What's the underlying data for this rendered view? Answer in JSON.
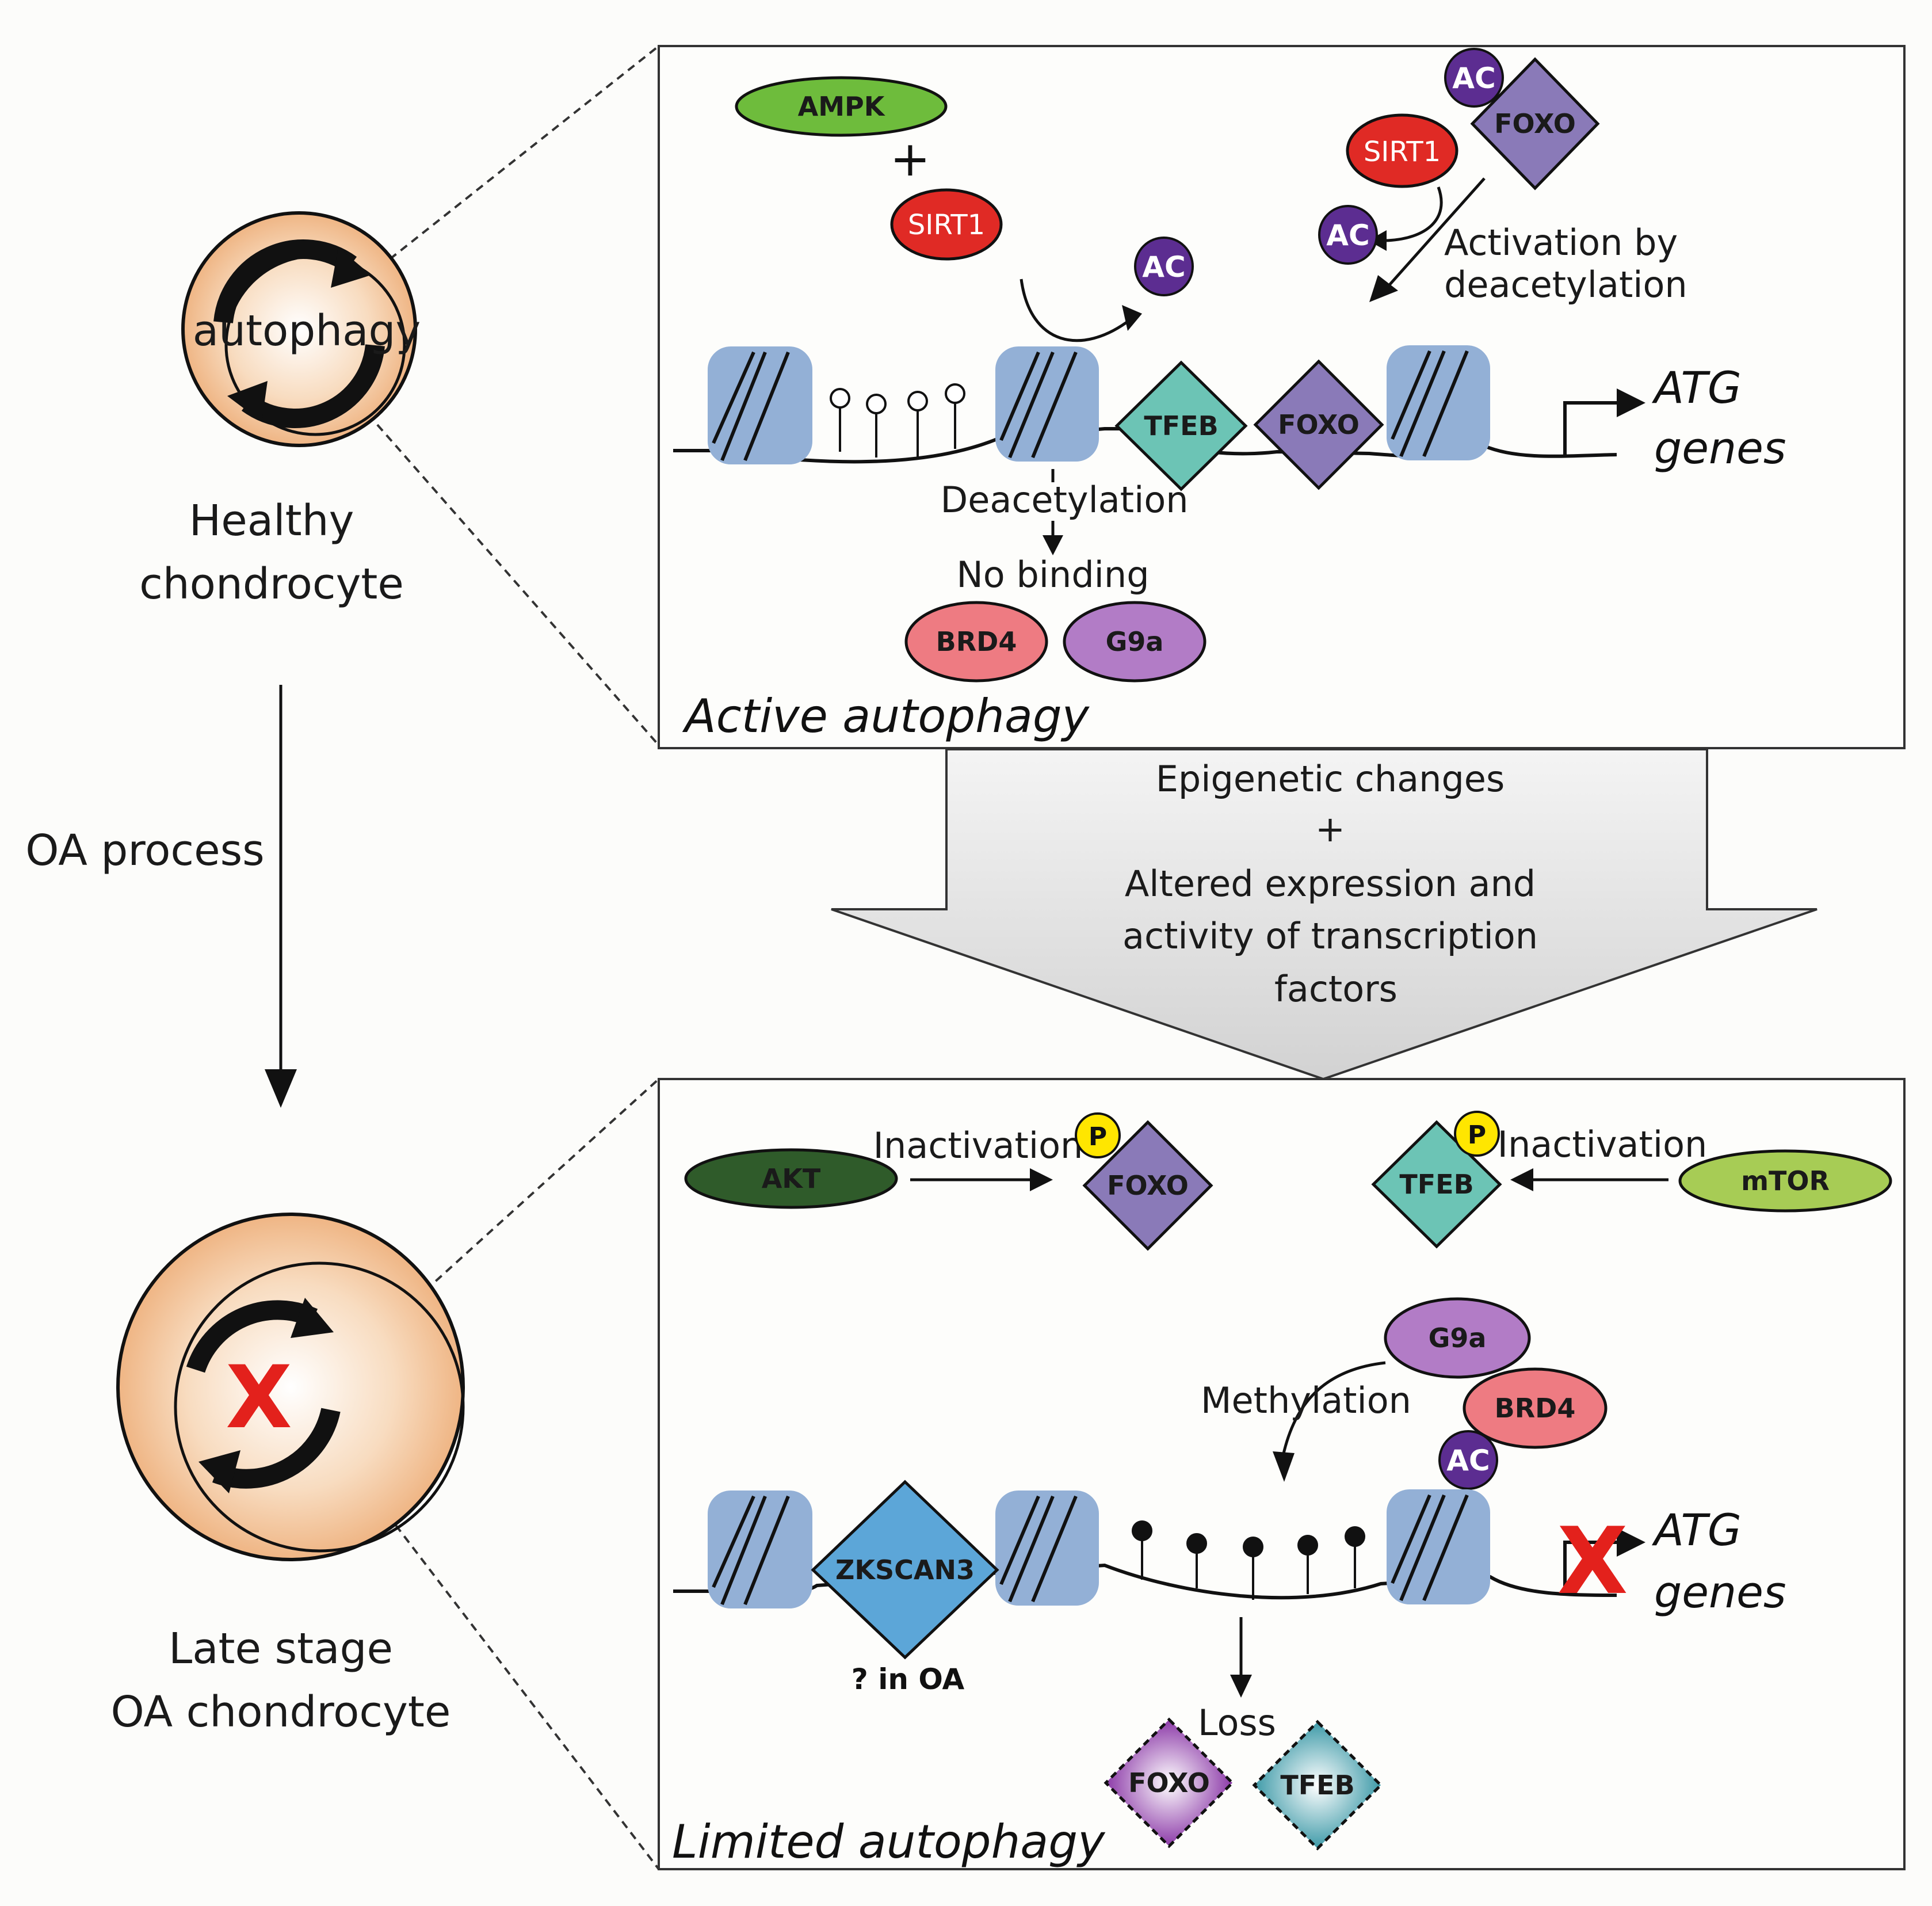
{
  "left": {
    "healthy_cell_label": "autophagy",
    "healthy_title_line1": "Healthy",
    "healthy_title_line2": "chondrocyte",
    "process_label": "OA process",
    "oa_title_line1": "Late stage",
    "oa_title_line2": "OA chondrocyte",
    "oa_cross": "X"
  },
  "top_panel": {
    "title": "Active autophagy",
    "ampk": "AMPK",
    "plus": "+",
    "sirt1_left": "SIRT1",
    "sirt1_right": "SIRT1",
    "ac": "AC",
    "foxo_top": "FOXO",
    "activation_line1": "Activation by",
    "activation_line2": "deacetylation",
    "tfeb": "TFEB",
    "foxo_dna": "FOXO",
    "atg_line1": "ATG",
    "atg_line2": "genes",
    "deacetylation": "Deacetylation",
    "no_binding": "No binding",
    "brd4": "BRD4",
    "g9a": "G9a"
  },
  "middle_arrow": {
    "line1": "Epigenetic changes",
    "line2": "+",
    "line3": "Altered expression and",
    "line4": "activity of transcription",
    "line5": "factors"
  },
  "bottom_panel": {
    "title": "Limited autophagy",
    "akt": "AKT",
    "inactivation_left": "Inactivation",
    "foxo_p": "FOXO",
    "p": "P",
    "tfeb_p": "TFEB",
    "inactivation_right": "Inactivation",
    "mtor": "mTOR",
    "g9a": "G9a",
    "brd4": "BRD4",
    "ac": "AC",
    "methylation": "Methylation",
    "zkscan3": "ZKSCAN3",
    "zkscan3_note": "? in OA",
    "cross": "X",
    "atg_line1": "ATG",
    "atg_line2": "genes",
    "loss": "Loss",
    "foxo_lost": "FOXO",
    "tfeb_lost": "TFEB"
  },
  "colors": {
    "ampk": "#6ebc3c",
    "sirt1": "#e02a25",
    "ac": "#5c2d91",
    "foxo": "#8a7ab8",
    "tfeb": "#6cc4b5",
    "nucleosome": "#93b0d6",
    "brd4": "#ee7b82",
    "g9a": "#b27cc6",
    "akt": "#2f5b2a",
    "mtor": "#a7cc55",
    "p": "#ffe600",
    "zkscan3": "#5ca6d8",
    "cross": "#e3211c"
  }
}
